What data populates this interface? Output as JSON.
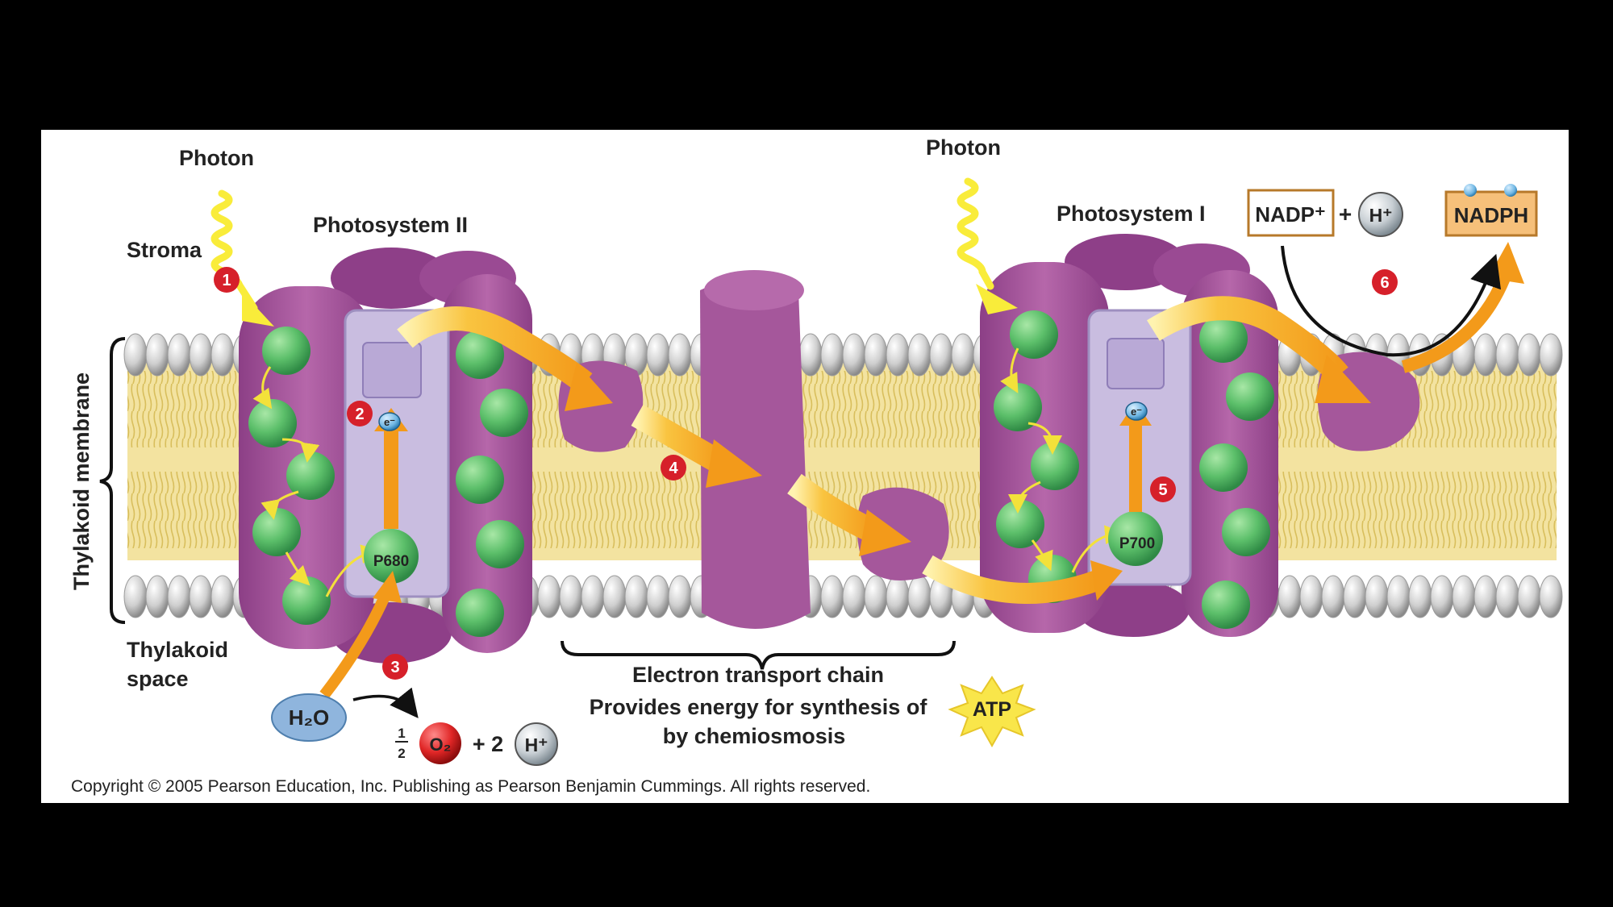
{
  "labels": {
    "photon_left": "Photon",
    "photon_right": "Photon",
    "stroma": "Stroma",
    "photosystem_ii": "Photosystem II",
    "photosystem_i": "Photosystem I",
    "thylakoid_membrane": "Thylakoid membrane",
    "thylakoid_space_1": "Thylakoid",
    "thylakoid_space_2": "space",
    "p680": "P680",
    "p700": "P700",
    "electron": "e⁻",
    "water": "H₂O",
    "half_num": "1",
    "half_den": "2",
    "oxygen": "O₂",
    "plus_two": "+ 2",
    "proton": "H⁺",
    "nadp": "NADP⁺",
    "plus": "+",
    "nadph": "NADPH",
    "etc": "Electron transport chain",
    "energy_line1": "Provides energy for synthesis of",
    "energy_line2": "by chemiosmosis",
    "atp": "ATP",
    "copyright": "Copyright ©  2005 Pearson Education, Inc. Publishing as Pearson Benjamin Cummings. All rights reserved."
  },
  "steps": [
    "1",
    "2",
    "3",
    "4",
    "5",
    "6"
  ],
  "colors": {
    "background": "#000000",
    "panel": "#ffffff",
    "membrane_core": "#f3e3a0",
    "protein": "#a5579b",
    "protein_light": "#c986bd",
    "reaction_center": "#c9bde0",
    "chlorophyll": "#5cbf6a",
    "arrow_orange": "#f5a623",
    "photon_yellow": "#f9ec3a",
    "step_red": "#d6202a",
    "water_blue": "#8fb5dd",
    "nadph_box": "#f6c07a",
    "atp_star": "#f9e64a"
  },
  "icons": {
    "photon": "wavy-photon-arrow-icon",
    "electron_flow": "orange-arrow-icon",
    "excitation": "yellow-curved-arrow-icon"
  }
}
